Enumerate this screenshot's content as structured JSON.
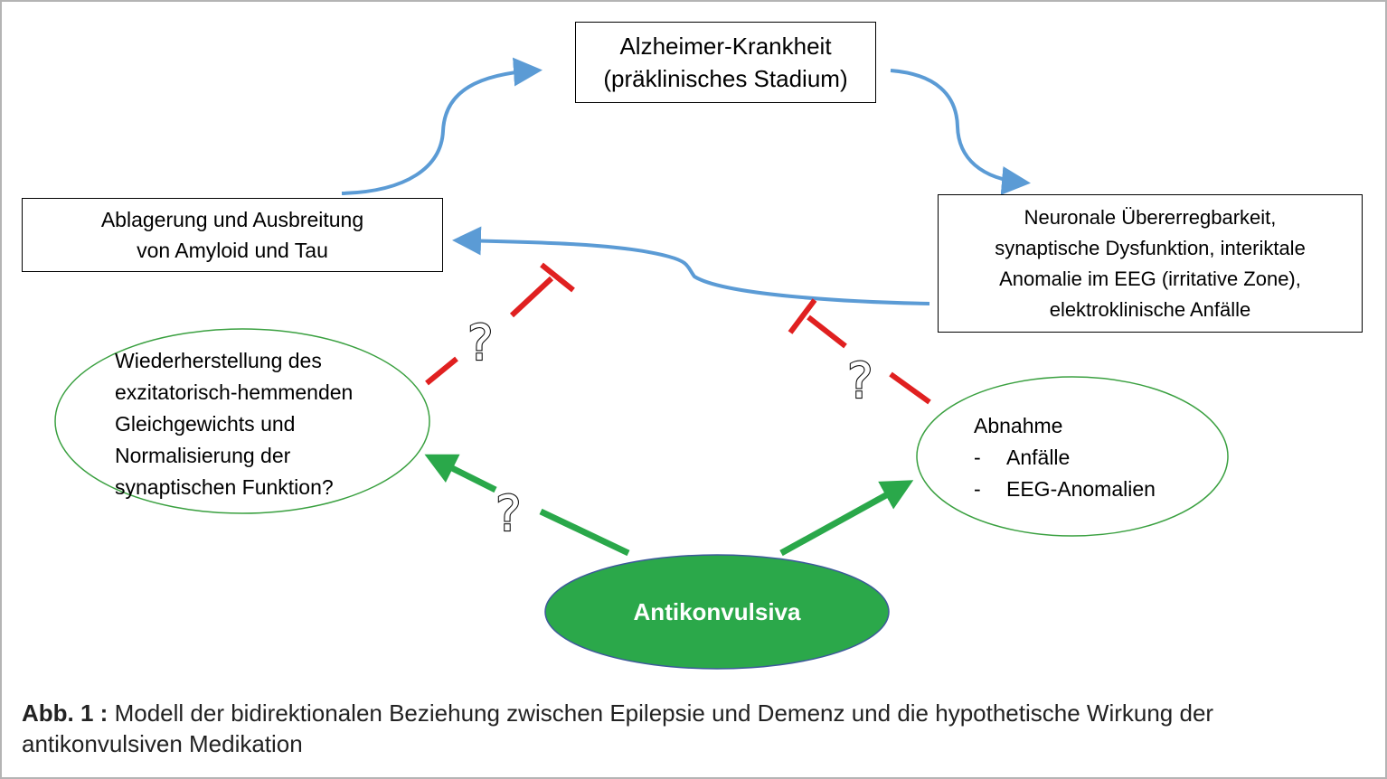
{
  "figure": {
    "nodes": {
      "alzheimer": {
        "lines": [
          "Alzheimer-Krankheit",
          "(präklinisches Stadium)"
        ]
      },
      "amyloid": {
        "lines": [
          "Ablagerung und Ausbreitung",
          "von Amyloid und Tau"
        ]
      },
      "neuronal": {
        "lines": [
          "Neuronale Übererregbarkeit,",
          "synaptische Dysfunktion, interiktale",
          "Anomalie im EEG (irritative Zone),",
          "elektroklinische Anfälle"
        ]
      },
      "restoration": {
        "lines": [
          "Wiederherstellung des",
          "exzitatorisch-hemmenden",
          "Gleichgewichts und",
          "Normalisierung der",
          "synaptischen Funktion?"
        ]
      },
      "decrease": {
        "title": "Abnahme",
        "items": [
          "Anfälle",
          "EEG-Anomalien"
        ],
        "bullet": "-"
      },
      "antikonvulsiva": {
        "label": "Antikonvulsiva"
      }
    },
    "uncertainty_marker": "?",
    "colors": {
      "blue_arrow": "#5b9bd5",
      "red_inhibit": "#e02020",
      "green_arrow": "#2aa84a",
      "green_fill": "#2ba84a",
      "ellipse_outline": "#3aa040"
    }
  },
  "caption": {
    "label": "Abb. 1 :",
    "text": "Modell der bidirektionalen Beziehung zwischen Epilepsie und Demenz und die hypothetische Wirkung der antikonvulsiven Medikation"
  }
}
